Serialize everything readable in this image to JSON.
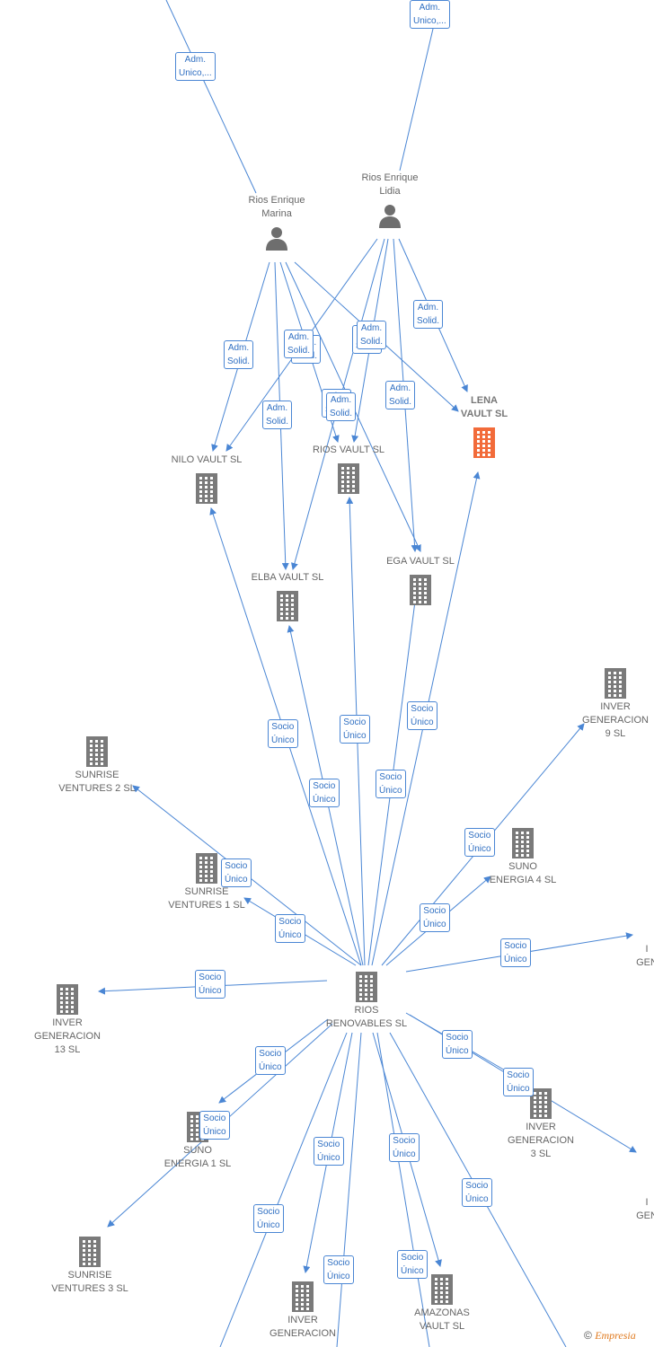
{
  "colors": {
    "edge": "#4a86d4",
    "badge_text": "#2f6fc2",
    "company": "#7a7a7a",
    "company_highlight": "#f26b3a",
    "person": "#6e6e6e"
  },
  "people": [
    {
      "id": "marina",
      "label": "Rios Enrique\nMarina",
      "icon": "person-icon"
    },
    {
      "id": "lidia",
      "label": "Rios Enrique\nLidia",
      "icon": "person-icon"
    }
  ],
  "companies": [
    {
      "id": "lena",
      "label": "LENA\nVAULT SL",
      "highlight": true,
      "icon": "building-icon"
    },
    {
      "id": "nilo",
      "label": "NILO VAULT SL",
      "icon": "building-icon"
    },
    {
      "id": "riosvault",
      "label": "RIOS VAULT SL",
      "icon": "building-icon"
    },
    {
      "id": "elba",
      "label": "ELBA VAULT SL",
      "icon": "building-icon"
    },
    {
      "id": "ega",
      "label": "EGA VAULT SL",
      "icon": "building-icon"
    },
    {
      "id": "inver9",
      "label": "INVER\nGENERACION\n9 SL",
      "icon": "building-icon"
    },
    {
      "id": "sunrise2",
      "label": "SUNRISE\nVENTURES 2 SL",
      "icon": "building-icon"
    },
    {
      "id": "suno4",
      "label": "SUNO\nENERGIA 4 SL",
      "icon": "building-icon"
    },
    {
      "id": "sunrise1",
      "label": "SUNRISE\nVENTURES 1 SL",
      "icon": "building-icon"
    },
    {
      "id": "rios_ren",
      "label": "RIOS\nRENOVABLES SL",
      "icon": "building-icon"
    },
    {
      "id": "inver13",
      "label": "INVER\nGENERACION\n13 SL",
      "icon": "building-icon"
    },
    {
      "id": "inver3",
      "label": "INVER\nGENERACION\n3 SL",
      "icon": "building-icon"
    },
    {
      "id": "suno1",
      "label": "SUNO\nENERGIA 1 SL",
      "icon": "building-icon"
    },
    {
      "id": "sunrise3",
      "label": "SUNRISE\nVENTURES 3 SL",
      "icon": "building-icon"
    },
    {
      "id": "inverbottom",
      "label": "INVER\nGENERACION",
      "icon": "building-icon"
    },
    {
      "id": "amazonas",
      "label": "AMAZONAS\nVAULT SL",
      "icon": "building-icon"
    },
    {
      "id": "right1",
      "label": "I\nGEN",
      "icon": "building-icon"
    },
    {
      "id": "right2",
      "label": "I\nGEN",
      "icon": "building-icon"
    }
  ],
  "relations": {
    "adm_unico": "Adm.\nUnico,...",
    "adm_solid": "Adm.\nSolid.",
    "socio_unico": "Socio\nÚnico"
  },
  "footer": {
    "copyright_symbol": "©",
    "brand": "Empresia"
  }
}
